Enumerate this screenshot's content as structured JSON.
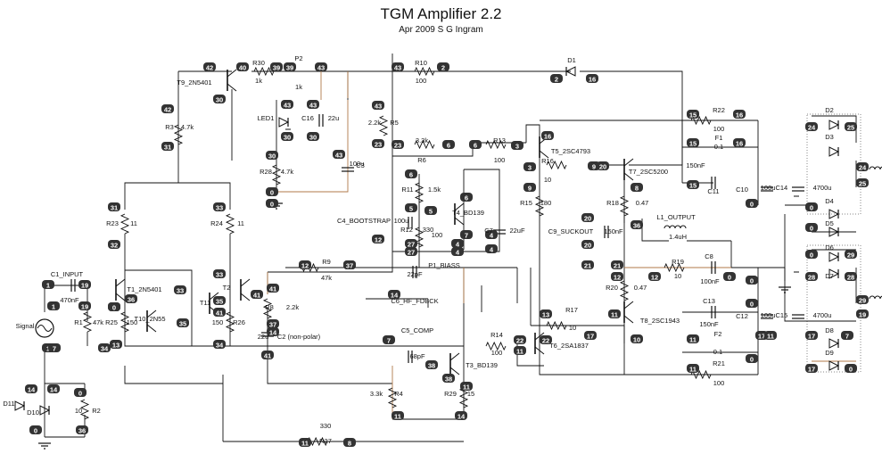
{
  "title": "TGM Amplifier 2.2",
  "subtitle": "Apr 2009  S G Ingram",
  "colors": {
    "wire": "#111111",
    "tan_wire": "#b07a4a",
    "node_badge": "#333333",
    "node_text": "#ffffff",
    "component": "#111111"
  },
  "nodes": [
    "42",
    "40",
    "39",
    "39",
    "43",
    "43",
    "2",
    "2",
    "16",
    "42",
    "30",
    "43",
    "43",
    "43",
    "30",
    "30",
    "43",
    "23",
    "23",
    "6",
    "6",
    "16",
    "15",
    "16",
    "15",
    "16",
    "15",
    "24",
    "25",
    "24",
    "25",
    "3",
    "3",
    "9",
    "9",
    "20",
    "20",
    "30",
    "0",
    "0",
    "0",
    "31",
    "31",
    "32",
    "33",
    "33",
    "33",
    "6",
    "5",
    "6",
    "7",
    "5",
    "27",
    "27",
    "4",
    "4",
    "4",
    "4",
    "12",
    "12",
    "20",
    "21",
    "21",
    "12",
    "12",
    "0",
    "0",
    "0",
    "0",
    "0",
    "0",
    "28",
    "29",
    "28",
    "29",
    "19",
    "1",
    "19",
    "1",
    "19",
    "1",
    "34",
    "34",
    "36",
    "35",
    "35",
    "41",
    "41",
    "41",
    "12",
    "37",
    "37",
    "14",
    "41",
    "14",
    "7",
    "13",
    "13",
    "22",
    "22",
    "11",
    "11",
    "10",
    "17",
    "17",
    "17",
    "17",
    "11",
    "11",
    "11",
    "7",
    "7",
    "38",
    "38",
    "11",
    "11",
    "14",
    "14",
    "14",
    "0",
    "0",
    "36",
    "11",
    "8",
    "8",
    "36",
    "34",
    "0",
    "0",
    "0"
  ],
  "labels": [
    "R30",
    "1k",
    "P2",
    "1k",
    "T9_2N5401",
    "R10",
    "100",
    "D1",
    "R3",
    "4.7k",
    "LED1",
    "C16",
    "22u",
    "2.2k",
    "R5",
    "3.3k",
    "R6",
    "R13",
    "100",
    "T5_2SC4793",
    "R16",
    "10",
    "T7_2SC5200",
    "R22",
    "100",
    "F1",
    "0.1",
    "150nF",
    "C11",
    "D2",
    "D3",
    "100u",
    "C3",
    "R28",
    "4.7k",
    "R11",
    "1.5k",
    "T4_BD139",
    "R12",
    "330",
    "100",
    "P1_BIASS",
    "C7",
    "22uF",
    "C4_BOOTSTRAP",
    "100u",
    "R15",
    "180",
    "C9_SUCKOUT",
    "150nF",
    "R18",
    "0.47",
    "L1_OUTPUT",
    "1.4uH",
    "C10",
    "100uC14",
    "4700u",
    "D4",
    "D5",
    "D6",
    "D7",
    "R23",
    "11",
    "R24",
    "11",
    "R9",
    "47k",
    "22pF",
    "C6_HF_FDBCK",
    "R19",
    "10",
    "C8",
    "100nF",
    "R20",
    "0.47",
    "C13",
    "150nF",
    "C12",
    "100uC15",
    "4700u",
    "C1_INPUT",
    "470nF",
    "T1_2N5401",
    "T11",
    "T10_2N55",
    "T2",
    "R1",
    "47k",
    "R25",
    "150",
    "150",
    "R26",
    "Signal",
    "R8",
    "2.2k",
    "22u",
    "C2 (non-polar)",
    "C5_COMP",
    "68pF",
    "R14",
    "100",
    "R17",
    "10",
    "T6_2SA1837",
    "T8_2SC1943",
    "F2",
    "0.1",
    "R21",
    "100",
    "D8",
    "D9",
    "T3_BD139",
    "3.3k",
    "R4",
    "R29",
    "15",
    "D11",
    "D10",
    "10",
    "R2",
    "330",
    "R27"
  ]
}
